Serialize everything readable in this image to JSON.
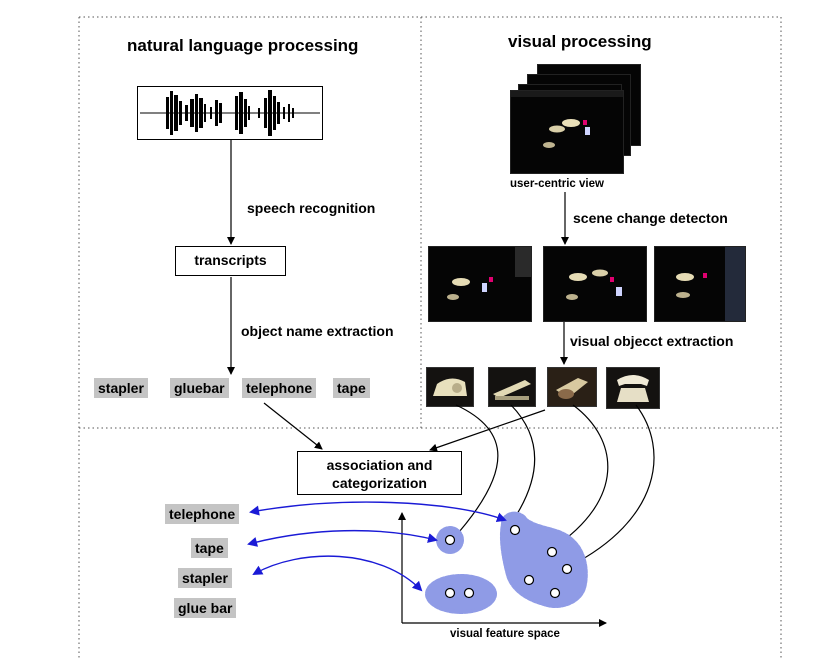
{
  "titles": {
    "nlp": "natural language processing",
    "vision": "visual processing"
  },
  "nlp": {
    "speech_recognition": "speech recognition",
    "transcripts": "transcripts",
    "object_name_extraction": "object name extraction",
    "words": [
      "stapler",
      "gluebar",
      "telephone",
      "tape"
    ]
  },
  "vision": {
    "user_centric_view": "user-centric view",
    "scene_change": "scene change detecton",
    "object_extraction": "visual objecct extraction"
  },
  "association": {
    "line1": "association and",
    "line2": "categorization"
  },
  "categories": [
    "telephone",
    "tape",
    "stapler",
    "glue bar"
  ],
  "feature_space": {
    "axis_label": "visual feature space"
  },
  "colors": {
    "cluster": "#8f9be6",
    "link_arrow": "#1a1ad6",
    "label_bg": "#c4c4c4"
  }
}
